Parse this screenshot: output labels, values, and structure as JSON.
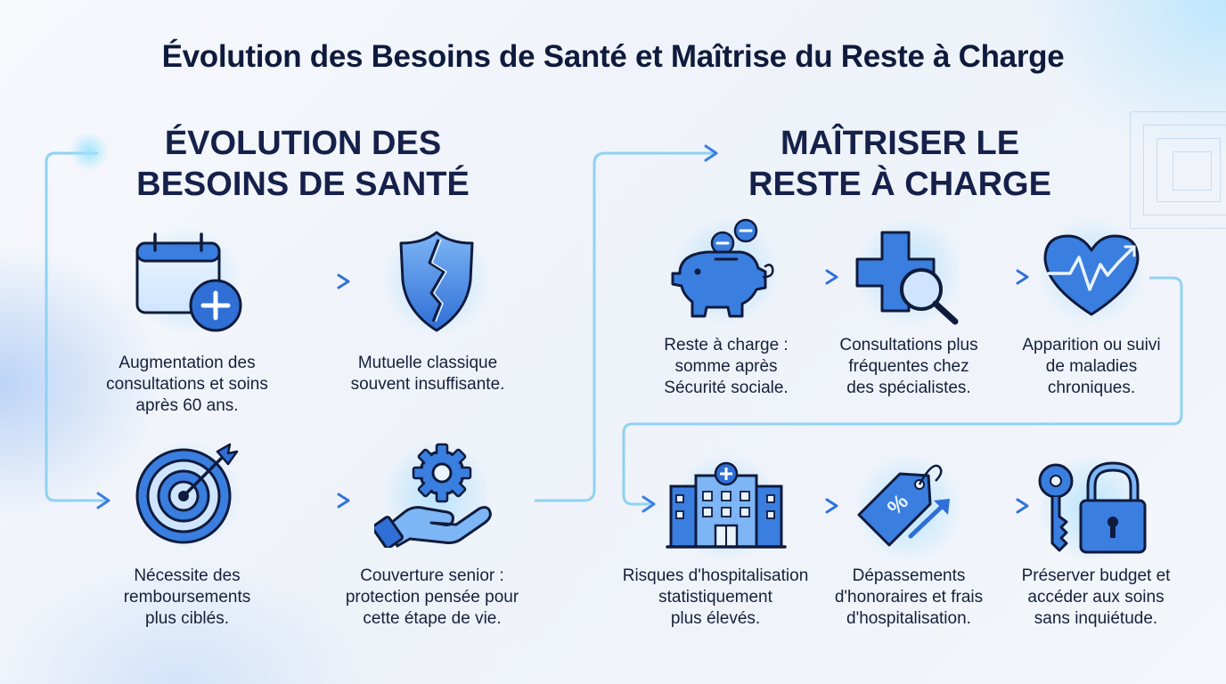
{
  "title": "Évolution des Besoins de Santé et Maîtrise du Reste à Charge",
  "colors": {
    "primary": "#2f6fd6",
    "accent": "#5ec8f5",
    "dark": "#0f1b3d",
    "connector": "#8fd2f2"
  },
  "sections": {
    "left": {
      "title": "ÉVOLUTION DES\nBESOINS DE SANTÉ",
      "items": [
        {
          "icon": "calendar-plus-icon",
          "label": "Augmentation des\nconsultations et soins\naprès 60 ans."
        },
        {
          "icon": "broken-shield-icon",
          "label": "Mutuelle classique\nsouvent insuffisante."
        },
        {
          "icon": "target-arrow-icon",
          "label": "Nécessite des\nremboursements\nplus ciblés."
        },
        {
          "icon": "hand-gear-icon",
          "label": "Couverture senior :\nprotection pensée pour\ncette étape de vie."
        }
      ]
    },
    "right": {
      "title": "MAÎTRISER LE\nRESTE À CHARGE",
      "items": [
        {
          "icon": "piggy-bank-icon",
          "label": "Reste à charge :\nsomme après\nSécurité sociale."
        },
        {
          "icon": "medical-cross-search-icon",
          "label": "Consultations plus\nfréquentes chez\ndes spécialistes."
        },
        {
          "icon": "heart-pulse-icon",
          "label": "Apparition ou suivi\nde maladies\nchroniques."
        },
        {
          "icon": "hospital-icon",
          "label": "Risques d'hospitalisation\nstatistiquement\nplus élevés."
        },
        {
          "icon": "price-tag-rising-icon",
          "label": "Dépassements\nd'honoraires et frais\nd'hospitalisation."
        },
        {
          "icon": "key-lock-icon",
          "label": "Préserver budget et\naccéder aux soins\nsans inquiétude."
        }
      ]
    }
  }
}
